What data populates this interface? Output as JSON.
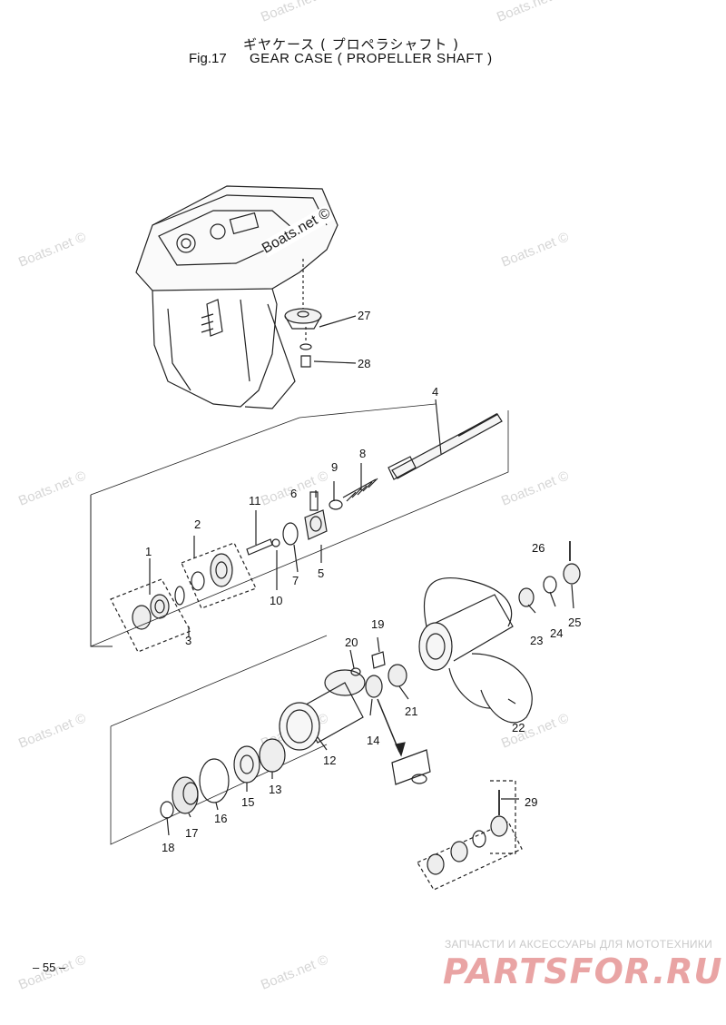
{
  "header": {
    "title_jp": "ギヤケース ( プロペラシャフト )",
    "fig_no": "Fig.17",
    "title_en": "GEAR CASE ( PROPELLER SHAFT )"
  },
  "page_number": "– 55 –",
  "watermark": "Boats.net ©",
  "brand": {
    "tagline": "ЗАПЧАСТИ И АКСЕССУАРЫ ДЛЯ МОТОТЕХНИКИ",
    "logo": "PARTSFOR.RU"
  },
  "callouts": [
    "1",
    "2",
    "3",
    "4",
    "5",
    "6",
    "7",
    "8",
    "9",
    "10",
    "11",
    "12",
    "13",
    "14",
    "15",
    "16",
    "17",
    "18",
    "19",
    "20",
    "21",
    "22",
    "23",
    "24",
    "25",
    "26",
    "27",
    "28",
    "29"
  ]
}
